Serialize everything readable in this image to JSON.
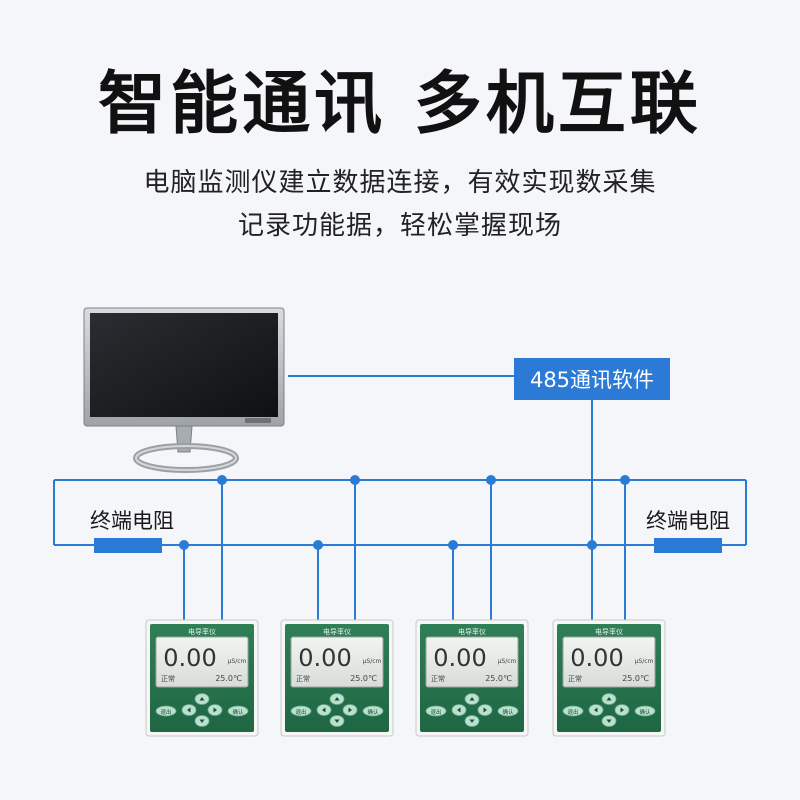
{
  "header": {
    "title": "智能通讯 多机互联",
    "subtitle_line1": "电脑监测仪建立数据连接，有效实现数采集",
    "subtitle_line2": "记录功能据，轻松掌握现场"
  },
  "diagram": {
    "software_label": "485通讯软件",
    "resistor_left_label": "终端电阻",
    "resistor_right_label": "终端电阻",
    "line_color": "#2b7bd6",
    "box_color": "#2b7bd6"
  },
  "devices": [
    {
      "header": "电导率仪",
      "value": "0.00",
      "unit": "μS/cm",
      "status": "正常",
      "temp": "25.0℃",
      "btn_left": "退出",
      "btn_right": "确认"
    },
    {
      "header": "电导率仪",
      "value": "0.00",
      "unit": "μS/cm",
      "status": "正常",
      "temp": "25.0℃",
      "btn_left": "退出",
      "btn_right": "确认"
    },
    {
      "header": "电导率仪",
      "value": "0.00",
      "unit": "μS/cm",
      "status": "正常",
      "temp": "25.0℃",
      "btn_left": "退出",
      "btn_right": "确认"
    },
    {
      "header": "电导率仪",
      "value": "0.00",
      "unit": "μS/cm",
      "status": "正常",
      "temp": "25.0℃",
      "btn_left": "退出",
      "btn_right": "确认"
    }
  ]
}
